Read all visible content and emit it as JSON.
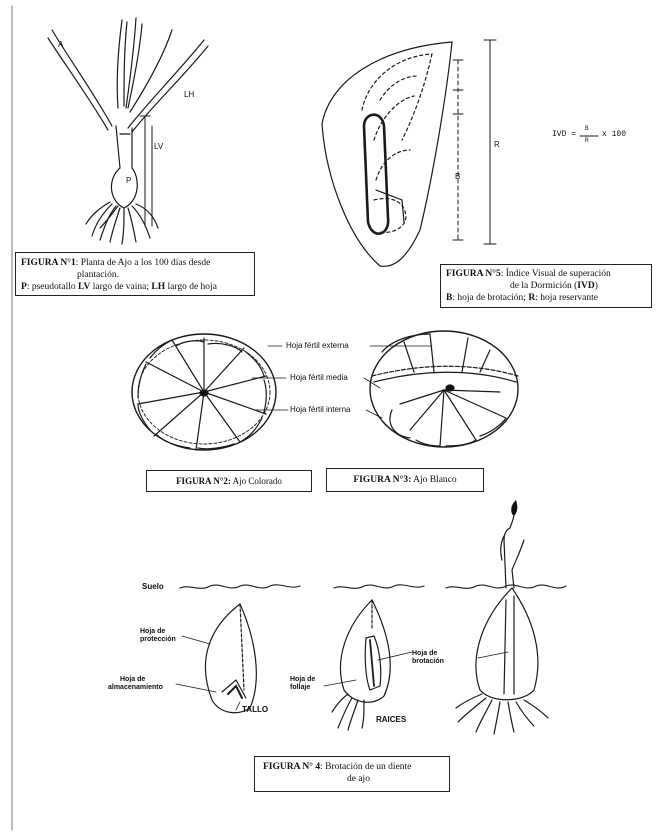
{
  "figure1": {
    "label_a": "A",
    "label_lh": "LH",
    "label_lv": "LV",
    "label_p": "P",
    "caption_title": "FIGURA N°1",
    "caption_line1": ": Planta de Ajo a los 100 días desde",
    "caption_line2": "plantación.",
    "caption_p": "P",
    "caption_p_text": ": pseudotallo ",
    "caption_lv": "LV",
    "caption_lv_text": " largo de vaina; ",
    "caption_lh": "LH",
    "caption_lh_text": " largo de hoja"
  },
  "figure5": {
    "label_r": "R",
    "label_b": "B",
    "formula_lhs": "IVD =",
    "formula_num": "B",
    "formula_den": "R",
    "formula_rhs": "x 100",
    "caption_title": "FIGURA N°5",
    "caption_line1": ": Índice Visual de superación",
    "caption_line2": "de la Dormición (",
    "caption_ivd": "IVD",
    "caption_line2_end": ")",
    "caption_b": "B",
    "caption_b_text": ": hoja de brotación;  ",
    "caption_r": "R",
    "caption_r_text": ": hoja reservante"
  },
  "figure23": {
    "label_externa": "Hoja fértil externa",
    "label_media": "Hoja fértil media",
    "label_interna": "Hoja fértil interna",
    "caption2_title": "FIGURA N°2:",
    "caption2_text": "  Ajo Colorado",
    "caption3_title": "FIGURA N°3:",
    "caption3_text": "  Ajo Blanco"
  },
  "figure4": {
    "label_suelo": "Suelo",
    "label_proteccion_1": "Hoja de",
    "label_proteccion_2": "protección",
    "label_almacen_1": "Hoja de",
    "label_almacen_2": "almacenamiento",
    "label_tallo": "TALLO",
    "label_follaje_1": "Hoja de",
    "label_follaje_2": "follaje",
    "label_raices": "RAICES",
    "label_brotacion_1": "Hoja de",
    "label_brotacion_2": "brotación",
    "caption_title": "FIGURA N° 4",
    "caption_line1": ":  Brotación de un diente",
    "caption_line2": "de ajo"
  }
}
